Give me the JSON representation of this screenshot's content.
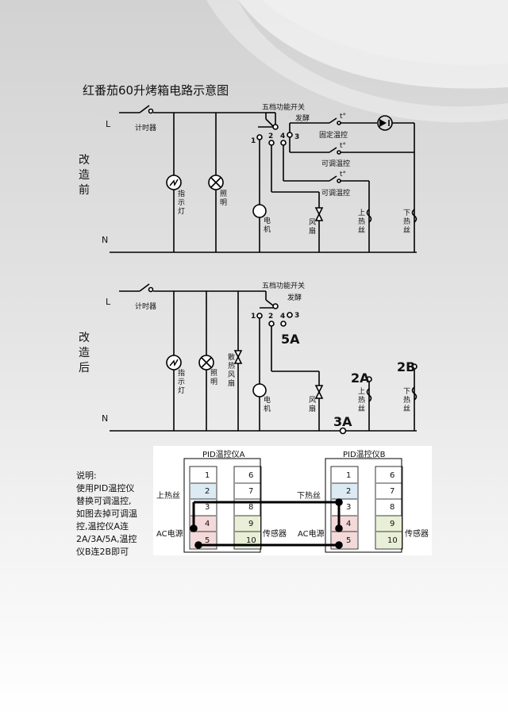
{
  "title": "红番茄60升烤箱电路示意图",
  "before": {
    "section_label": "改造前",
    "L": "L",
    "N": "N",
    "timer": "计时器",
    "switch_title": "五档功能开关",
    "ferment": "发酵",
    "fixed_temp": "固定温控",
    "adj_temp_1": "可调温控",
    "adj_temp_2": "可调温控",
    "temp_symbol": "t°",
    "pos1": "1",
    "pos2": "2",
    "pos3": "3",
    "pos4": "4",
    "indicator_lamp": "指示灯",
    "lighting": "照明",
    "motor": "电机",
    "fan": "风扇",
    "upper_heater": "上热丝",
    "lower_heater": "下热丝"
  },
  "after": {
    "section_label": "改造后",
    "L": "L",
    "N": "N",
    "timer": "计时器",
    "switch_title": "五档功能开关",
    "ferment": "发酵",
    "pos1": "1",
    "pos2": "2",
    "pos3": "3",
    "pos4": "4",
    "indicator_lamp": "指示灯",
    "lighting": "照明",
    "cooling_fan": "散热风扇",
    "motor": "电机",
    "fan": "风扇",
    "upper_heater": "上热丝",
    "lower_heater": "下热丝",
    "tag_5A": "5A",
    "tag_2A": "2A",
    "tag_2B": "2B",
    "tag_3A": "3A"
  },
  "pid": {
    "controller_a": "PID温控仪A",
    "controller_b": "PID温控仪B",
    "upper_heater_label": "上热丝",
    "lower_heater_label": "下热丝",
    "ac_power_a": "AC电源",
    "ac_power_b": "AC电源",
    "sensor_a": "传感器",
    "sensor_b": "传感器",
    "left_terminals": [
      "1",
      "2",
      "3",
      "4",
      "5"
    ],
    "right_terminals": [
      "6",
      "7",
      "8",
      "9",
      "10"
    ]
  },
  "notes": {
    "heading": "说明:",
    "lines": [
      "使用PID温控仪",
      "替换可调温控,",
      "如图去掉可调温",
      "控,温控仪A连",
      "2A/3A/5A,温控",
      "仪B连2B即可"
    ]
  },
  "colors": {
    "terminal_blue": "#dbeaf3",
    "terminal_red": "#f3d9d9",
    "terminal_green": "#e8efd6",
    "wire": "#000000"
  }
}
